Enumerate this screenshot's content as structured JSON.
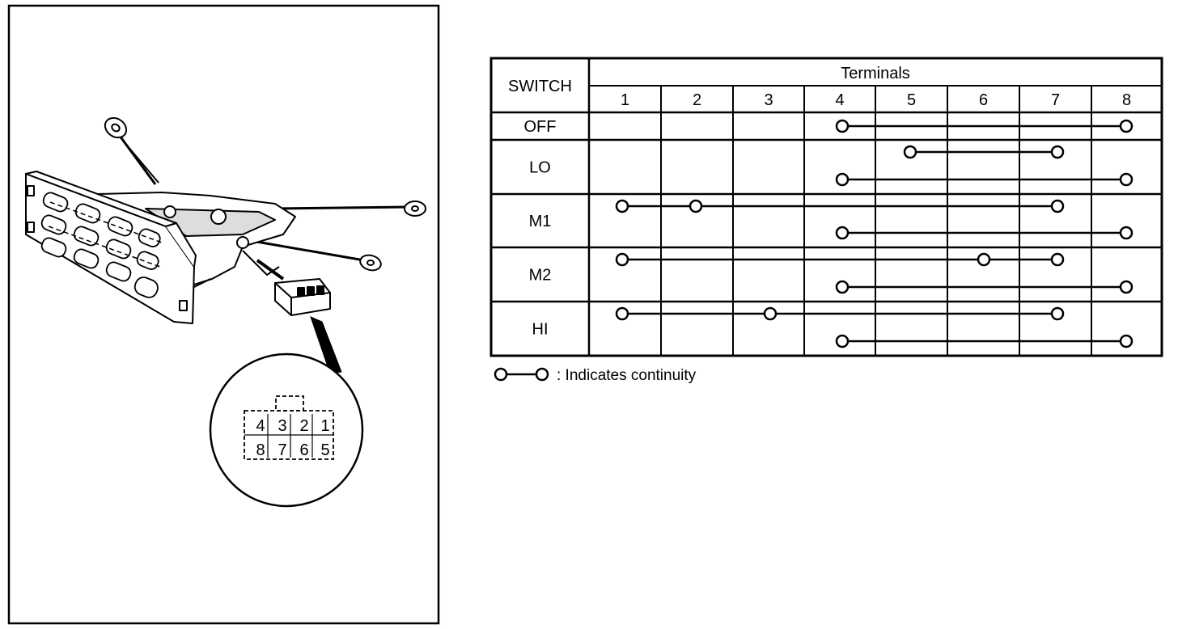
{
  "connector_pins": {
    "top_row": [
      "4",
      "3",
      "2",
      "1"
    ],
    "bottom_row": [
      "8",
      "7",
      "6",
      "5"
    ]
  },
  "table": {
    "switch_header": "SWITCH",
    "terminals_header": "Terminals",
    "terminals": [
      "1",
      "2",
      "3",
      "4",
      "5",
      "6",
      "7",
      "8"
    ],
    "rows": [
      {
        "name": "OFF",
        "connections": [
          [
            4,
            8
          ]
        ]
      },
      {
        "name": "LO",
        "connections": [
          [
            5,
            7
          ],
          [
            4,
            8
          ]
        ]
      },
      {
        "name": "M1",
        "connections": [
          [
            1,
            2,
            7
          ],
          [
            4,
            8
          ]
        ]
      },
      {
        "name": "M2",
        "connections": [
          [
            1,
            6,
            7
          ],
          [
            4,
            8
          ]
        ]
      },
      {
        "name": "HI",
        "connections": [
          [
            1,
            3,
            7
          ],
          [
            4,
            8
          ]
        ]
      }
    ]
  },
  "legend": {
    "text": ": Indicates continuity"
  }
}
